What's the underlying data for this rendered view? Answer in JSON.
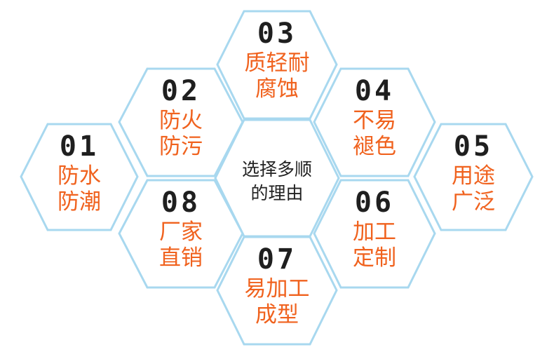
{
  "center": {
    "line1": "选择多顺",
    "line2": "的理由"
  },
  "items": [
    {
      "num": "01",
      "line1": "防水",
      "line2": "防潮"
    },
    {
      "num": "02",
      "line1": "防火",
      "line2": "防污"
    },
    {
      "num": "03",
      "line1": "质轻耐",
      "line2": "腐蚀"
    },
    {
      "num": "04",
      "line1": "不易",
      "line2": "褪色"
    },
    {
      "num": "05",
      "line1": "用途",
      "line2": "广泛"
    },
    {
      "num": "06",
      "line1": "加工",
      "line2": "定制"
    },
    {
      "num": "07",
      "line1": "易加工",
      "line2": "成型"
    },
    {
      "num": "08",
      "line1": "厂家",
      "line2": "直销"
    }
  ],
  "colors": {
    "hex_stroke": "#a8d8ef",
    "number": "#1f1f1f",
    "text": "#f0621e",
    "center_text": "#222222"
  }
}
